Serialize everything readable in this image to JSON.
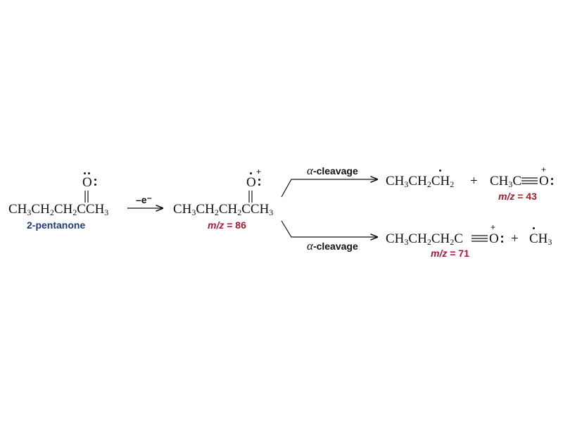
{
  "reactant": {
    "formula_parts": [
      "CH",
      "3",
      "CH",
      "2",
      "CH",
      "2",
      "CCH",
      "3"
    ],
    "carbonyl_atom": "O",
    "name": "2-pentanone"
  },
  "step1": {
    "reagent": "–e⁻"
  },
  "radical_cation": {
    "formula_parts": [
      "CH",
      "3",
      "CH",
      "2",
      "CH",
      "2",
      "CCH",
      "3"
    ],
    "carbonyl_atom": "O",
    "charge": "+",
    "mz_label": "m/z",
    "mz_eq": " = 86"
  },
  "branch_top": {
    "alpha": "α",
    "label": "-cleavage",
    "product1_parts": [
      "CH",
      "3",
      "CH",
      "2",
      "CH",
      "2"
    ],
    "plus": "+",
    "product2_left": "CH",
    "product2_sub": "3",
    "product2_c": "C",
    "product2_o": "O",
    "charge": "+",
    "mz_label": "m/z",
    "mz_eq": " = 43"
  },
  "branch_bottom": {
    "alpha": "α",
    "label": "-cleavage",
    "product1_parts": [
      "CH",
      "3",
      "CH",
      "2",
      "CH",
      "2",
      "C"
    ],
    "product1_o": "O",
    "charge": "+",
    "plus": "+",
    "product2": "CH",
    "product2_sub": "3",
    "mz_label": "m/z",
    "mz_eq": " = 71"
  }
}
